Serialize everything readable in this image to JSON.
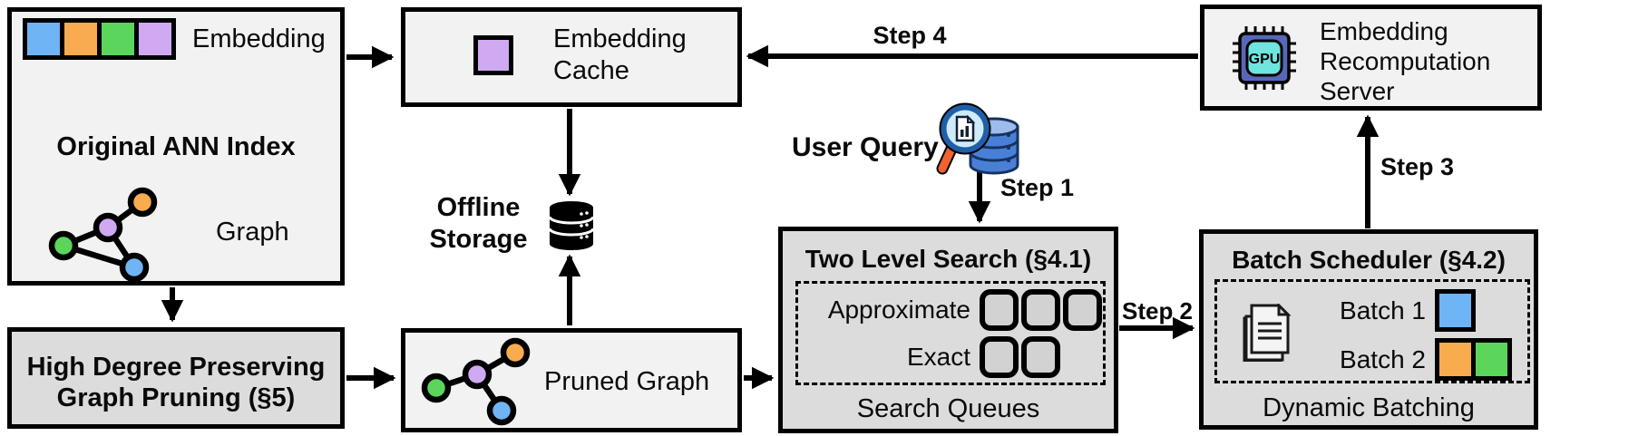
{
  "colors": {
    "blue": "#6FB5F6",
    "orange": "#F8AC4F",
    "green": "#5BD65B",
    "purple": "#CFA9F2",
    "box_light": "#f2f2f2",
    "box_dark": "#dcdcdc",
    "chip_body": "#5868B8",
    "chip_core": "#70E5DF",
    "magnifier_handle": "#F2622E",
    "magnifier_lens": "#CFEAF9",
    "magnifier_rim": "#1F5FA8",
    "db_body": "#4A7FD6",
    "db_top": "#9DBCEC"
  },
  "original_index": {
    "title": "Original ANN Index",
    "embedding_label": "Embedding",
    "graph_label": "Graph",
    "embedding_colors": [
      "#6FB5F6",
      "#F8AC4F",
      "#5BD65B",
      "#CFA9F2"
    ]
  },
  "embedding_cache": {
    "line1": "Embedding",
    "line2": "Cache"
  },
  "offline_storage": {
    "line1": "Offline",
    "line2": "Storage"
  },
  "high_degree_pruning": {
    "line1": "High Degree Preserving",
    "line2": "Graph Pruning (§5)"
  },
  "pruned_graph": {
    "label": "Pruned Graph"
  },
  "user_query": {
    "label": "User Query"
  },
  "two_level_search": {
    "title": "Two Level Search (§4.1)",
    "row1_label": "Approximate",
    "row1_slots": 3,
    "row2_label": "Exact",
    "row2_slots": 2,
    "caption": "Search Queues"
  },
  "batch_scheduler": {
    "title": "Batch Scheduler (§4.2)",
    "batch1_label": "Batch 1",
    "batch1_colors": [
      "#6FB5F6"
    ],
    "batch2_label": "Batch 2",
    "batch2_colors": [
      "#F8AC4F",
      "#5BD65B"
    ],
    "caption": "Dynamic Batching"
  },
  "recompute_server": {
    "line1": "Embedding",
    "line2": "Recomputation",
    "line3": "Server",
    "chip_label": "GPU"
  },
  "steps": {
    "step1": "Step 1",
    "step2": "Step 2",
    "step3": "Step 3",
    "step4": "Step 4"
  }
}
